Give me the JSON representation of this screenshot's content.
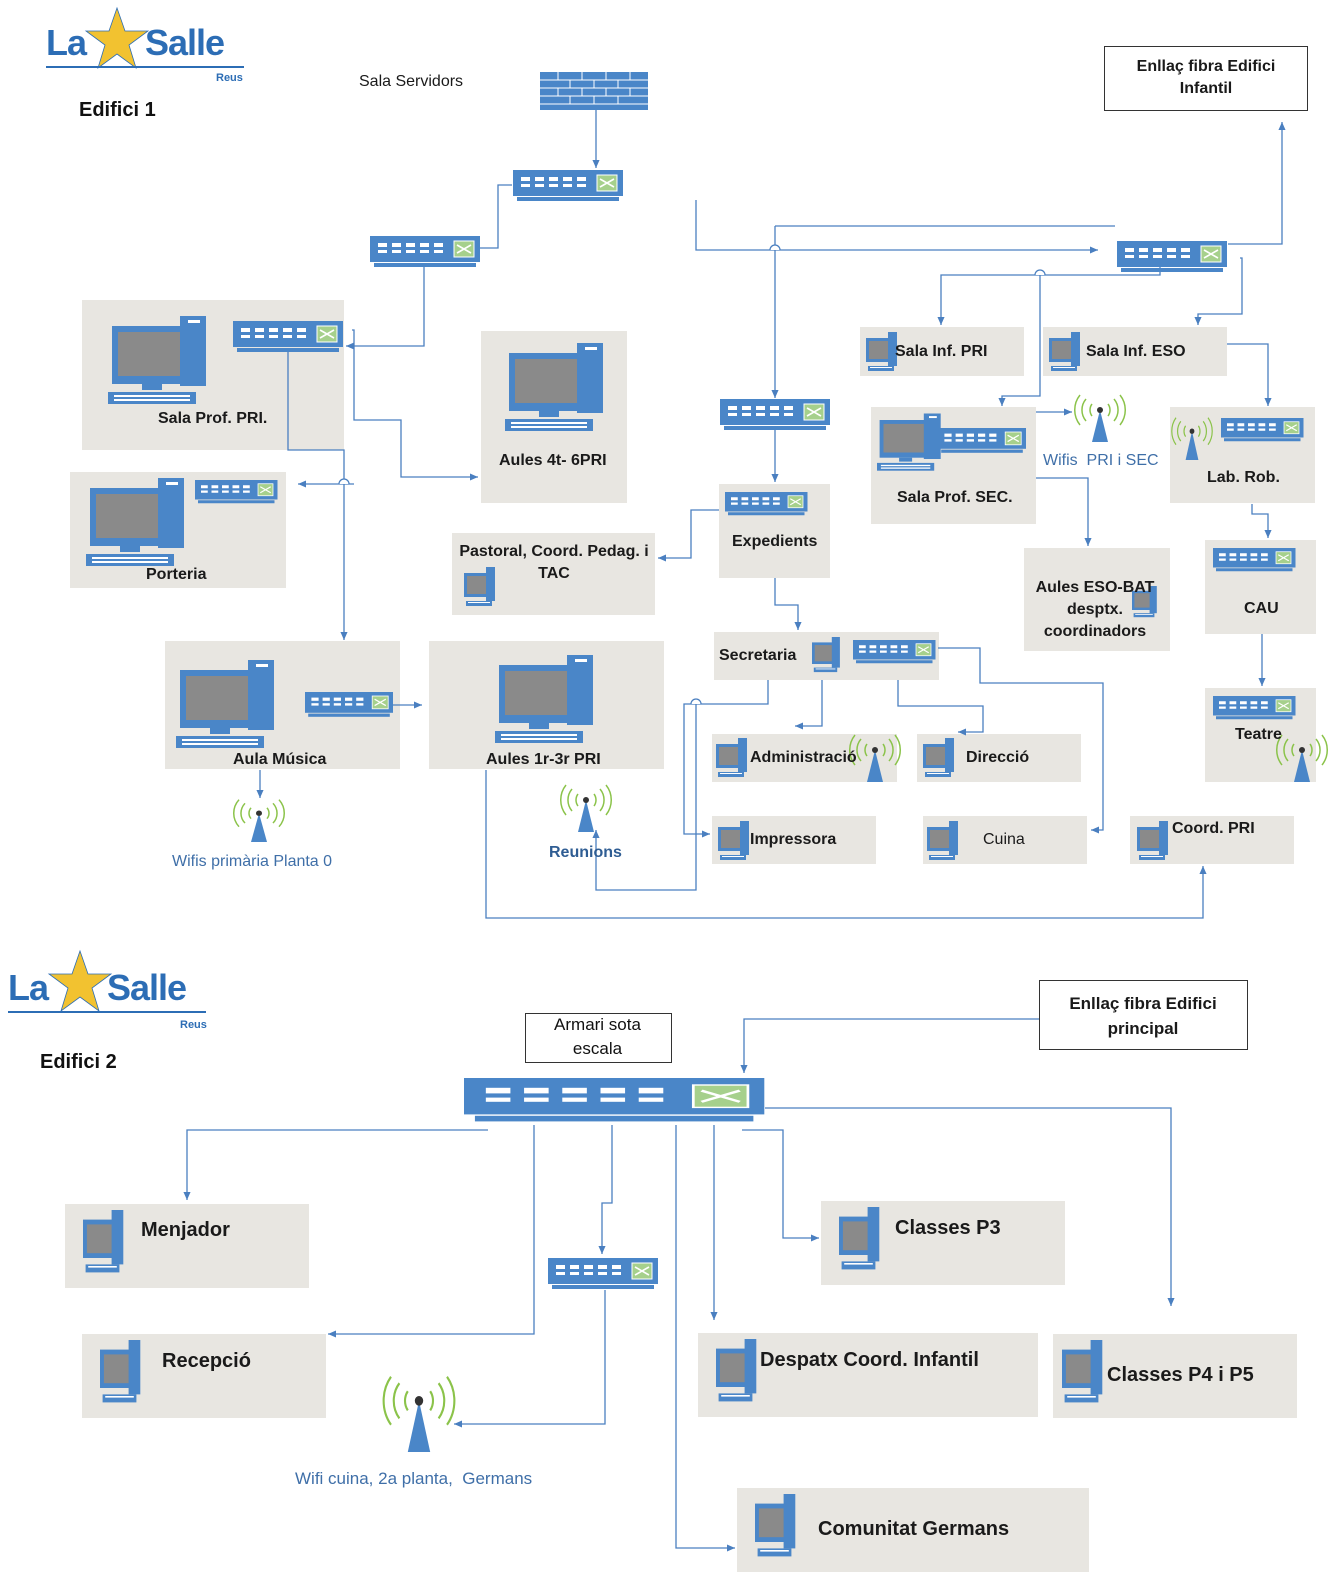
{
  "brand": {
    "name_left": "La",
    "name_right": "Salle",
    "city": "Reus"
  },
  "buildings": {
    "edifici1": "Edifici 1",
    "edifici2": "Edifici 2"
  },
  "edifici1": {
    "sala_servidors": "Sala Servidors",
    "fibra_infantil": "Enllaç fibra Edifici Infantil",
    "sala_prof_pri": "Sala Prof. PRI.",
    "aules_4t_6pri": "Aules 4t- 6PRI",
    "porteria": "Porteria",
    "pastoral": "Pastoral, Coord. Pedag. i TAC",
    "expedients": "Expedients",
    "sala_inf_pri": "Sala Inf. PRI",
    "sala_inf_eso": "Sala Inf. ESO",
    "sala_prof_sec": "Sala Prof. SEC.",
    "wifis_pri_sec": "Wifis  PRI i SEC",
    "lab_rob": "Lab. Rob.",
    "aules_eso_bat": "Aules ESO-BAT desptx. coordinadors",
    "cau": "CAU",
    "teatre": "Teatre",
    "aula_musica": "Aula Música",
    "aules_1r_3r": "Aules 1r-3r PRI",
    "secretaria": "Secretaria",
    "administracio": "Administració",
    "direccio": "Direcció",
    "impressora": "Impressora",
    "cuina": "Cuina",
    "coord_pri": "Coord. PRI",
    "wifis_primaria": "Wifis primària Planta 0",
    "reunions": "Reunions"
  },
  "edifici2": {
    "armari": "Armari sota escala",
    "fibra_principal": "Enllaç fibra Edifici principal",
    "menjador": "Menjador",
    "recepcio": "Recepció",
    "classes_p3": "Classes P3",
    "despatx_coord": "Despatx Coord. Infantil",
    "classes_p4_p5": "Classes P4 i P5",
    "comunitat": "Comunitat Germans",
    "wifi_cuina": "Wifi cuina, 2a planta,  Germans"
  },
  "colors": {
    "link": "#4a7fc0",
    "device": "#4a86c8",
    "box": "#e8e6e1",
    "brand": "#2c6db5",
    "star": "#f2c230",
    "wifi": "#8bc34a"
  },
  "icons": [
    "firewall-icon",
    "switch-icon",
    "computer-icon",
    "tower-pc-icon",
    "wifi-ap-icon",
    "star-icon"
  ]
}
